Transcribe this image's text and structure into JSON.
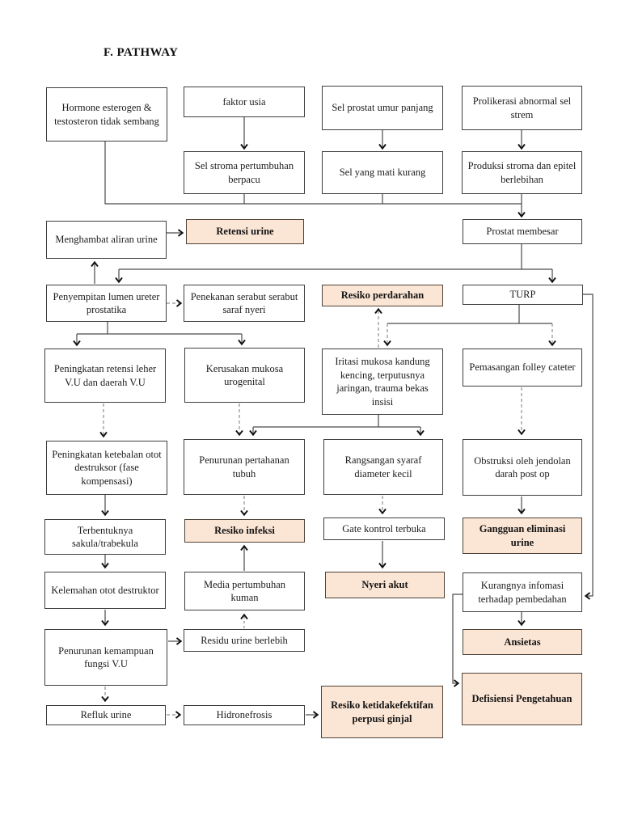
{
  "page": {
    "title": "F. PATHWAY"
  },
  "colors": {
    "highlight_fill": "#FBE5D5",
    "box_border": "#3E3E3E",
    "connector": "#4A4A4A",
    "connector_dashed": "#909090"
  },
  "nodes": {
    "hormone": {
      "label": "Hormone esterogen & testosteron tidak sembang",
      "highlighted": false
    },
    "faktor_usia": {
      "label": "faktor usia",
      "highlighted": false
    },
    "sel_prostat": {
      "label": "Sel prostat umur panjang",
      "highlighted": false
    },
    "prolikerasi": {
      "label": "Prolikerasi abnormal sel strem",
      "highlighted": false
    },
    "sel_stroma": {
      "label": "Sel stroma pertumbuhan berpacu",
      "highlighted": false
    },
    "sel_mati": {
      "label": "Sel yang mati kurang",
      "highlighted": false
    },
    "produksi_stroma": {
      "label": "Produksi stroma dan epitel berlebihan",
      "highlighted": false
    },
    "menghambat": {
      "label": "Menghambat aliran urine",
      "highlighted": false
    },
    "retensi_urine": {
      "label": "Retensi urine",
      "highlighted": true
    },
    "prostat_membesar": {
      "label": "Prostat membesar",
      "highlighted": false
    },
    "penyempitan": {
      "label": "Penyempitan lumen ureter prostatika",
      "highlighted": false
    },
    "penekanan": {
      "label": "Penekanan serabut serabut saraf nyeri",
      "highlighted": false
    },
    "resiko_perdarahan": {
      "label": "Resiko perdarahan",
      "highlighted": true
    },
    "turp": {
      "label": "TURP",
      "highlighted": false
    },
    "peningkatan_retensi": {
      "label": "Peningkatan retensi leher V.U dan daerah V.U",
      "highlighted": false
    },
    "kerusakan_mukosa": {
      "label": "Kerusakan mukosa urogenital",
      "highlighted": false
    },
    "iritasi_mukosa": {
      "label": "Iritasi mukosa kandung kencing, terputusnya jaringan, trauma bekas insisi",
      "highlighted": false
    },
    "pemasangan_folley": {
      "label": "Pemasangan folley cateter",
      "highlighted": false
    },
    "peningkatan_ketebalan": {
      "label": "Peningkatan ketebalan otot destruksor (fase kompensasi)",
      "highlighted": false
    },
    "penurunan_pertahanan": {
      "label": "Penurunan pertahanan tubuh",
      "highlighted": false
    },
    "rangsangan_syaraf": {
      "label": "Rangsangan syaraf diameter kecil",
      "highlighted": false
    },
    "obstruksi": {
      "label": "Obstruksi oleh jendolan darah post op",
      "highlighted": false
    },
    "terbentuknya": {
      "label": "Terbentuknya sakula/trabekula",
      "highlighted": false
    },
    "resiko_infeksi": {
      "label": "Resiko infeksi",
      "highlighted": true
    },
    "gate_kontrol": {
      "label": "Gate kontrol terbuka",
      "highlighted": false
    },
    "gangguan_eliminasi": {
      "label": "Gangguan eliminasi urine",
      "highlighted": true
    },
    "kelemahan": {
      "label": "Kelemahan otot destruktor",
      "highlighted": false
    },
    "media_pertumbuhan": {
      "label": "Media pertumbuhan kuman",
      "highlighted": false
    },
    "nyeri_akut": {
      "label": "Nyeri akut",
      "highlighted": true
    },
    "kurangnya": {
      "label": "Kurangnya infomasi terhadap pembedahan",
      "highlighted": false
    },
    "penurunan_kemampuan": {
      "label": "Penurunan kemampuan fungsi V.U",
      "highlighted": false
    },
    "residu_urine": {
      "label": "Residu urine berlebih",
      "highlighted": false
    },
    "ansietas": {
      "label": "Ansietas",
      "highlighted": true
    },
    "refluk": {
      "label": "Refluk urine",
      "highlighted": false
    },
    "hidronefrosis": {
      "label": "Hidronefrosis",
      "highlighted": false
    },
    "resiko_ketidakefektifan": {
      "label": "Resiko ketidakefektifan perpusi ginjal",
      "highlighted": true
    },
    "defisiensi": {
      "label": "Defisiensi Pengetahuan",
      "highlighted": true
    }
  }
}
